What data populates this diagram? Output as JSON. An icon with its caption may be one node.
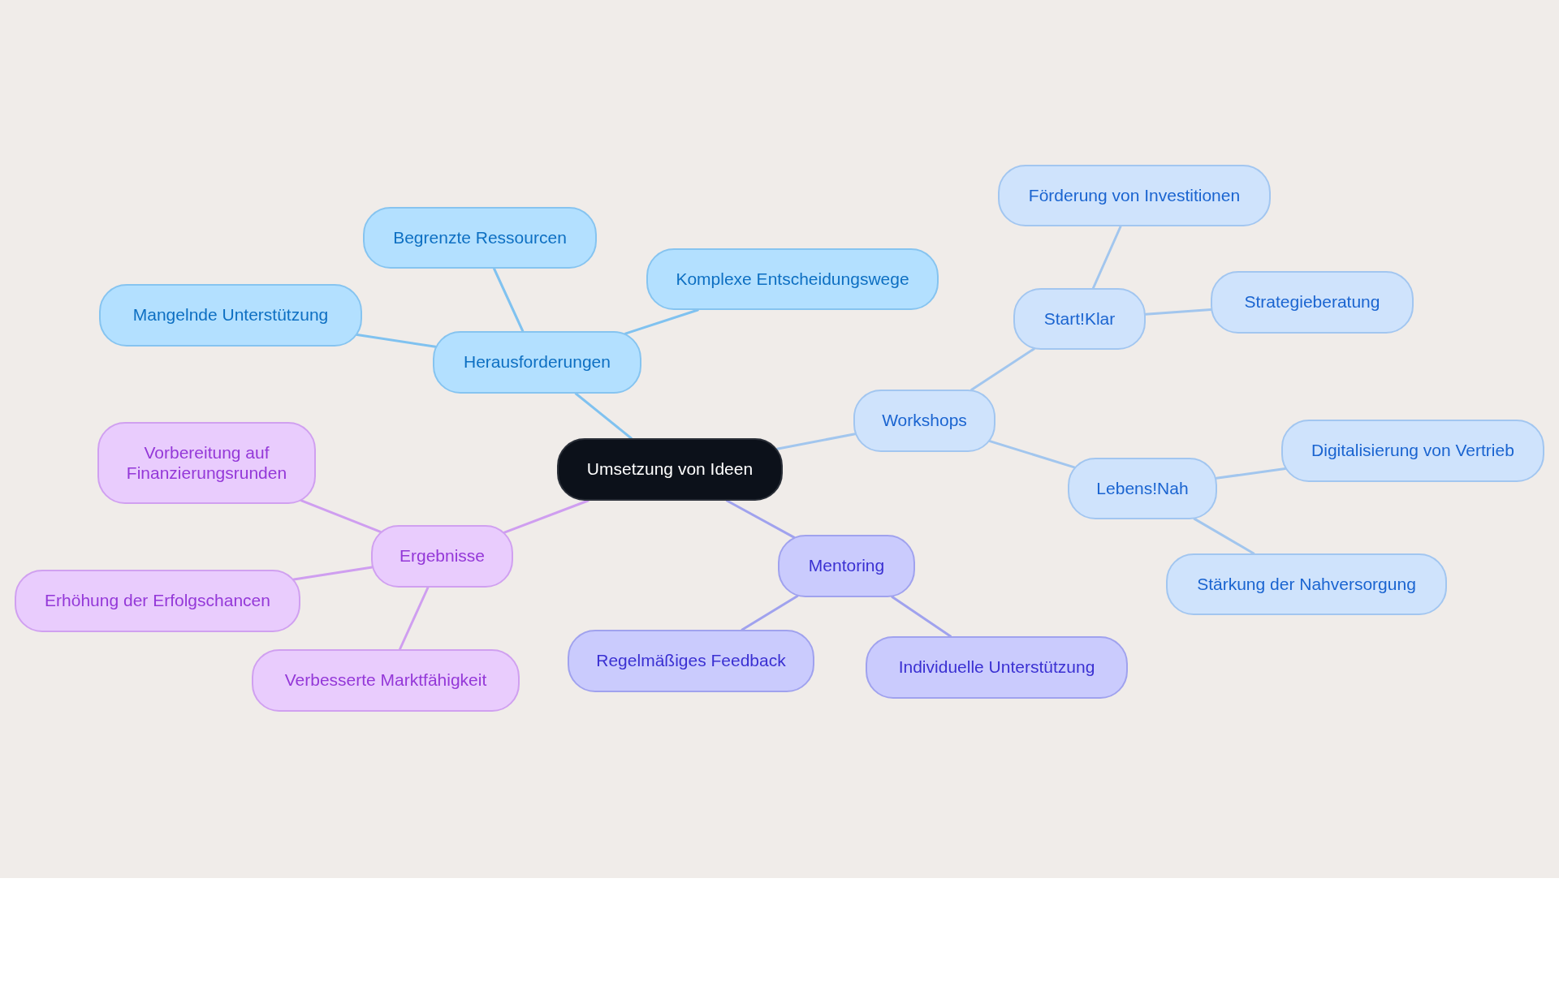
{
  "diagram": {
    "nodes": [
      {
        "text": [
          "Umsetzung von Ideen"
        ]
      },
      {
        "text": [
          "Herausforderungen"
        ]
      },
      {
        "text": [
          "Begrenzte Ressourcen"
        ]
      },
      {
        "text": [
          "Komplexe Entscheidungswege"
        ]
      },
      {
        "text": [
          "Mangelnde Unterstützung"
        ]
      },
      {
        "text": [
          "Workshops"
        ]
      },
      {
        "text": [
          "Start!Klar"
        ]
      },
      {
        "text": [
          "Förderung von Investitionen"
        ]
      },
      {
        "text": [
          "Strategieberatung"
        ]
      },
      {
        "text": [
          "Lebens!Nah"
        ]
      },
      {
        "text": [
          "Digitalisierung von Vertrieb"
        ]
      },
      {
        "text": [
          "Stärkung der Nahversorgung"
        ]
      },
      {
        "text": [
          "Mentoring"
        ]
      },
      {
        "text": [
          "Regelmäßiges Feedback"
        ]
      },
      {
        "text": [
          "Individuelle Unterstützung"
        ]
      },
      {
        "text": [
          "Ergebnisse"
        ]
      },
      {
        "text": [
          "Vorbereitung auf Finanzierungsrunden"
        ]
      },
      {
        "text": [
          "Erhöhung der Erfolgschancen"
        ]
      },
      {
        "text": [
          "Verbesserte Marktfähigkeit"
        ]
      }
    ],
    "edges": [
      {
        "from": 0,
        "to": 1,
        "arrow": "none",
        "color": "#80c2f0"
      },
      {
        "from": 1,
        "to": 2,
        "arrow": "none",
        "color": "#80c2f0"
      },
      {
        "from": 1,
        "to": 3,
        "arrow": "none",
        "color": "#80c2f0"
      },
      {
        "from": 1,
        "to": 4,
        "arrow": "none",
        "color": "#80c2f0"
      },
      {
        "from": 0,
        "to": 5,
        "arrow": "none"
      },
      {
        "from": 5,
        "to": 6,
        "arrow": "none"
      },
      {
        "from": 6,
        "to": 7,
        "arrow": "none"
      },
      {
        "from": 6,
        "to": 8,
        "arrow": "none"
      },
      {
        "from": 5,
        "to": 9,
        "arrow": "none"
      },
      {
        "from": 9,
        "to": 10,
        "arrow": "none"
      },
      {
        "from": 9,
        "to": 11,
        "arrow": "none"
      },
      {
        "from": 0,
        "to": 12,
        "arrow": "none",
        "color": "#a0a2ee"
      },
      {
        "from": 12,
        "to": 13,
        "arrow": "none",
        "color": "#a0a2ee"
      },
      {
        "from": 12,
        "to": 14,
        "arrow": "none",
        "color": "#a0a2ee"
      },
      {
        "from": 0,
        "to": 15,
        "arrow": "none",
        "color": "#cf9ef0"
      },
      {
        "from": 15,
        "to": 16,
        "arrow": "none",
        "color": "#cf9ef0"
      },
      {
        "from": 15,
        "to": 17,
        "arrow": "none",
        "color": "#cf9ef0"
      },
      {
        "from": 15,
        "to": 18,
        "arrow": "none",
        "color": "#cf9ef0"
      }
    ]
  }
}
